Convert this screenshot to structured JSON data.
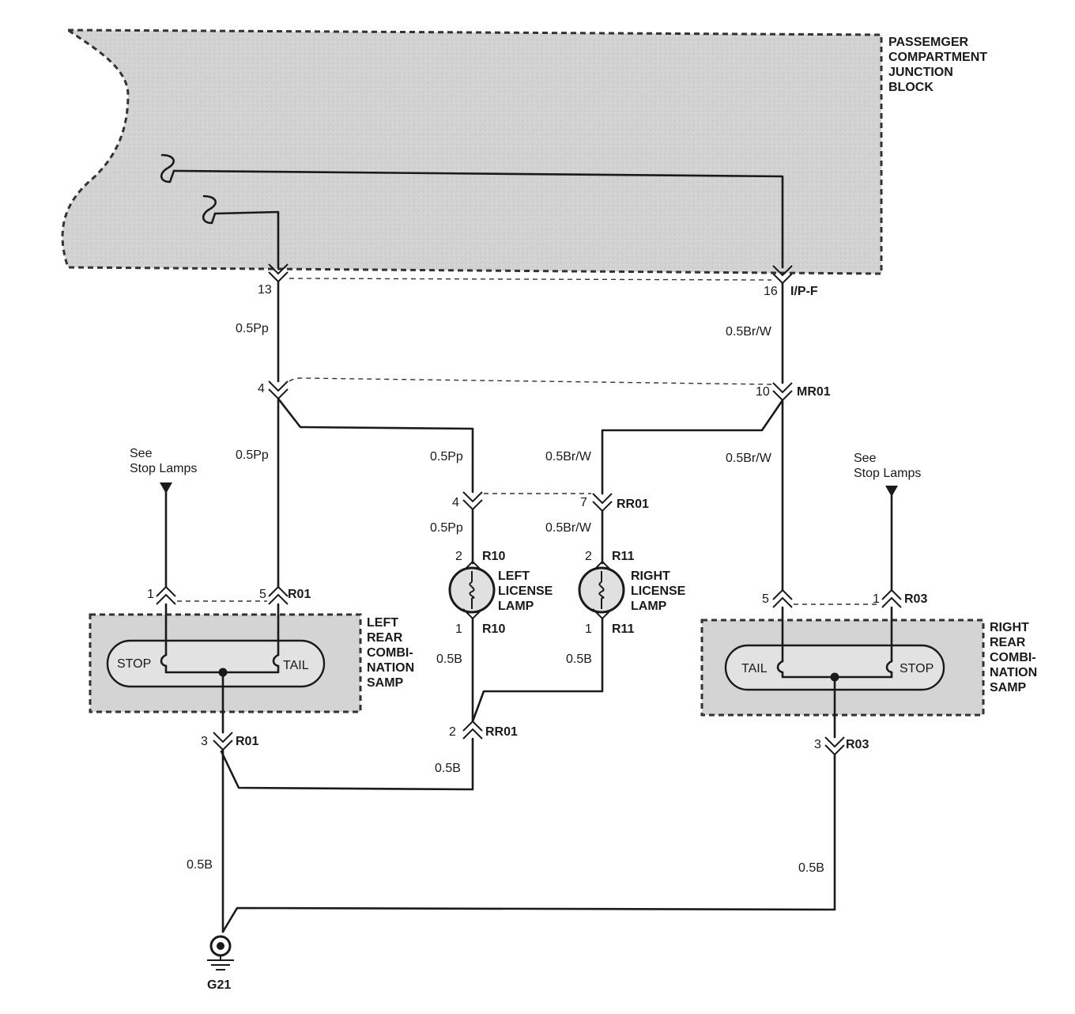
{
  "junction_block": {
    "label_lines": [
      "PASSEMGER",
      "COMPARTMENT",
      "JUNCTION",
      "BLOCK"
    ]
  },
  "connectors": {
    "ipf": {
      "name": "I/P-F",
      "pin_left": "13",
      "pin_right": "16"
    },
    "mr01": {
      "name": "MR01",
      "pin_left": "4",
      "pin_right": "10"
    },
    "rr01_top": {
      "name": "RR01",
      "pin_left": "4",
      "pin_right": "7"
    },
    "r10_top": {
      "name": "R10",
      "pin": "2"
    },
    "r10_bot": {
      "name": "R10",
      "pin": "1"
    },
    "r11_top": {
      "name": "R11",
      "pin": "2"
    },
    "r11_bot": {
      "name": "R11",
      "pin": "1"
    },
    "r01_top": {
      "name": "R01",
      "pin_left": "1",
      "pin_right": "5"
    },
    "r03_top": {
      "name": "R03",
      "pin_left": "5",
      "pin_right": "1"
    },
    "r01_bot": {
      "name": "R01",
      "pin": "3"
    },
    "rr01_bot": {
      "name": "RR01",
      "pin": "2"
    },
    "r03_bot": {
      "name": "R03",
      "pin": "3"
    }
  },
  "wires": {
    "pp_1": "0.5Pp",
    "brw_1": "0.5Br/W",
    "pp_2": "0.5Pp",
    "pp_3": "0.5Pp",
    "pp_4": "0.5Pp",
    "brw_2": "0.5Br/W",
    "brw_3": "0.5Br/W",
    "brw_4": "0.5Br/W",
    "b_1": "0.5B",
    "b_2": "0.5B",
    "b_3": "0.5B",
    "b_4": "0.5B",
    "b_5": "0.5B"
  },
  "see_stop_left": {
    "line1": "See",
    "line2": "Stop Lamps"
  },
  "see_stop_right": {
    "line1": "See",
    "line2": "Stop Lamps"
  },
  "left_license_lamp": {
    "label_lines": [
      "LEFT",
      "LICENSE",
      "LAMP"
    ]
  },
  "right_license_lamp": {
    "label_lines": [
      "RIGHT",
      "LICENSE",
      "LAMP"
    ]
  },
  "left_rear_combination": {
    "label_lines": [
      "LEFT",
      "REAR",
      "COMBI-",
      "NATION",
      "SAMP"
    ],
    "stop": "STOP",
    "tail": "TAIL"
  },
  "right_rear_combination": {
    "label_lines": [
      "RIGHT",
      "REAR",
      "COMBI-",
      "NATION",
      "SAMP"
    ],
    "tail": "TAIL",
    "stop": "STOP"
  },
  "ground": {
    "name": "G21"
  }
}
